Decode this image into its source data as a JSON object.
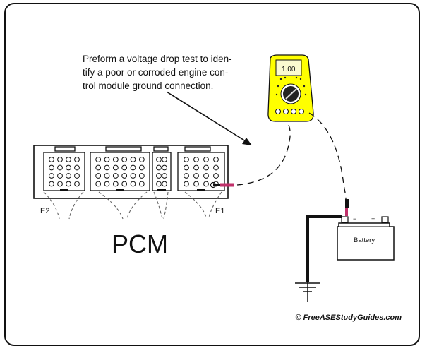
{
  "note": {
    "line1": "Preform a voltage drop test to iden-",
    "line2": "tify a poor or corroded engine con-",
    "line3": "trol module ground connection."
  },
  "pcm": {
    "label": "PCM",
    "ground_left": "E2",
    "ground_right": "E1"
  },
  "meter": {
    "reading": "1.00"
  },
  "battery": {
    "label": "Battery",
    "minus_sign": "−",
    "plus_sign": "+"
  },
  "copyright": "© FreeASEStudyGuides.com",
  "colors": {
    "meter_body": "#ffff00",
    "meter_display": "#fbfbd0",
    "probe_lead": "#c0306a",
    "outline": "#111111"
  }
}
